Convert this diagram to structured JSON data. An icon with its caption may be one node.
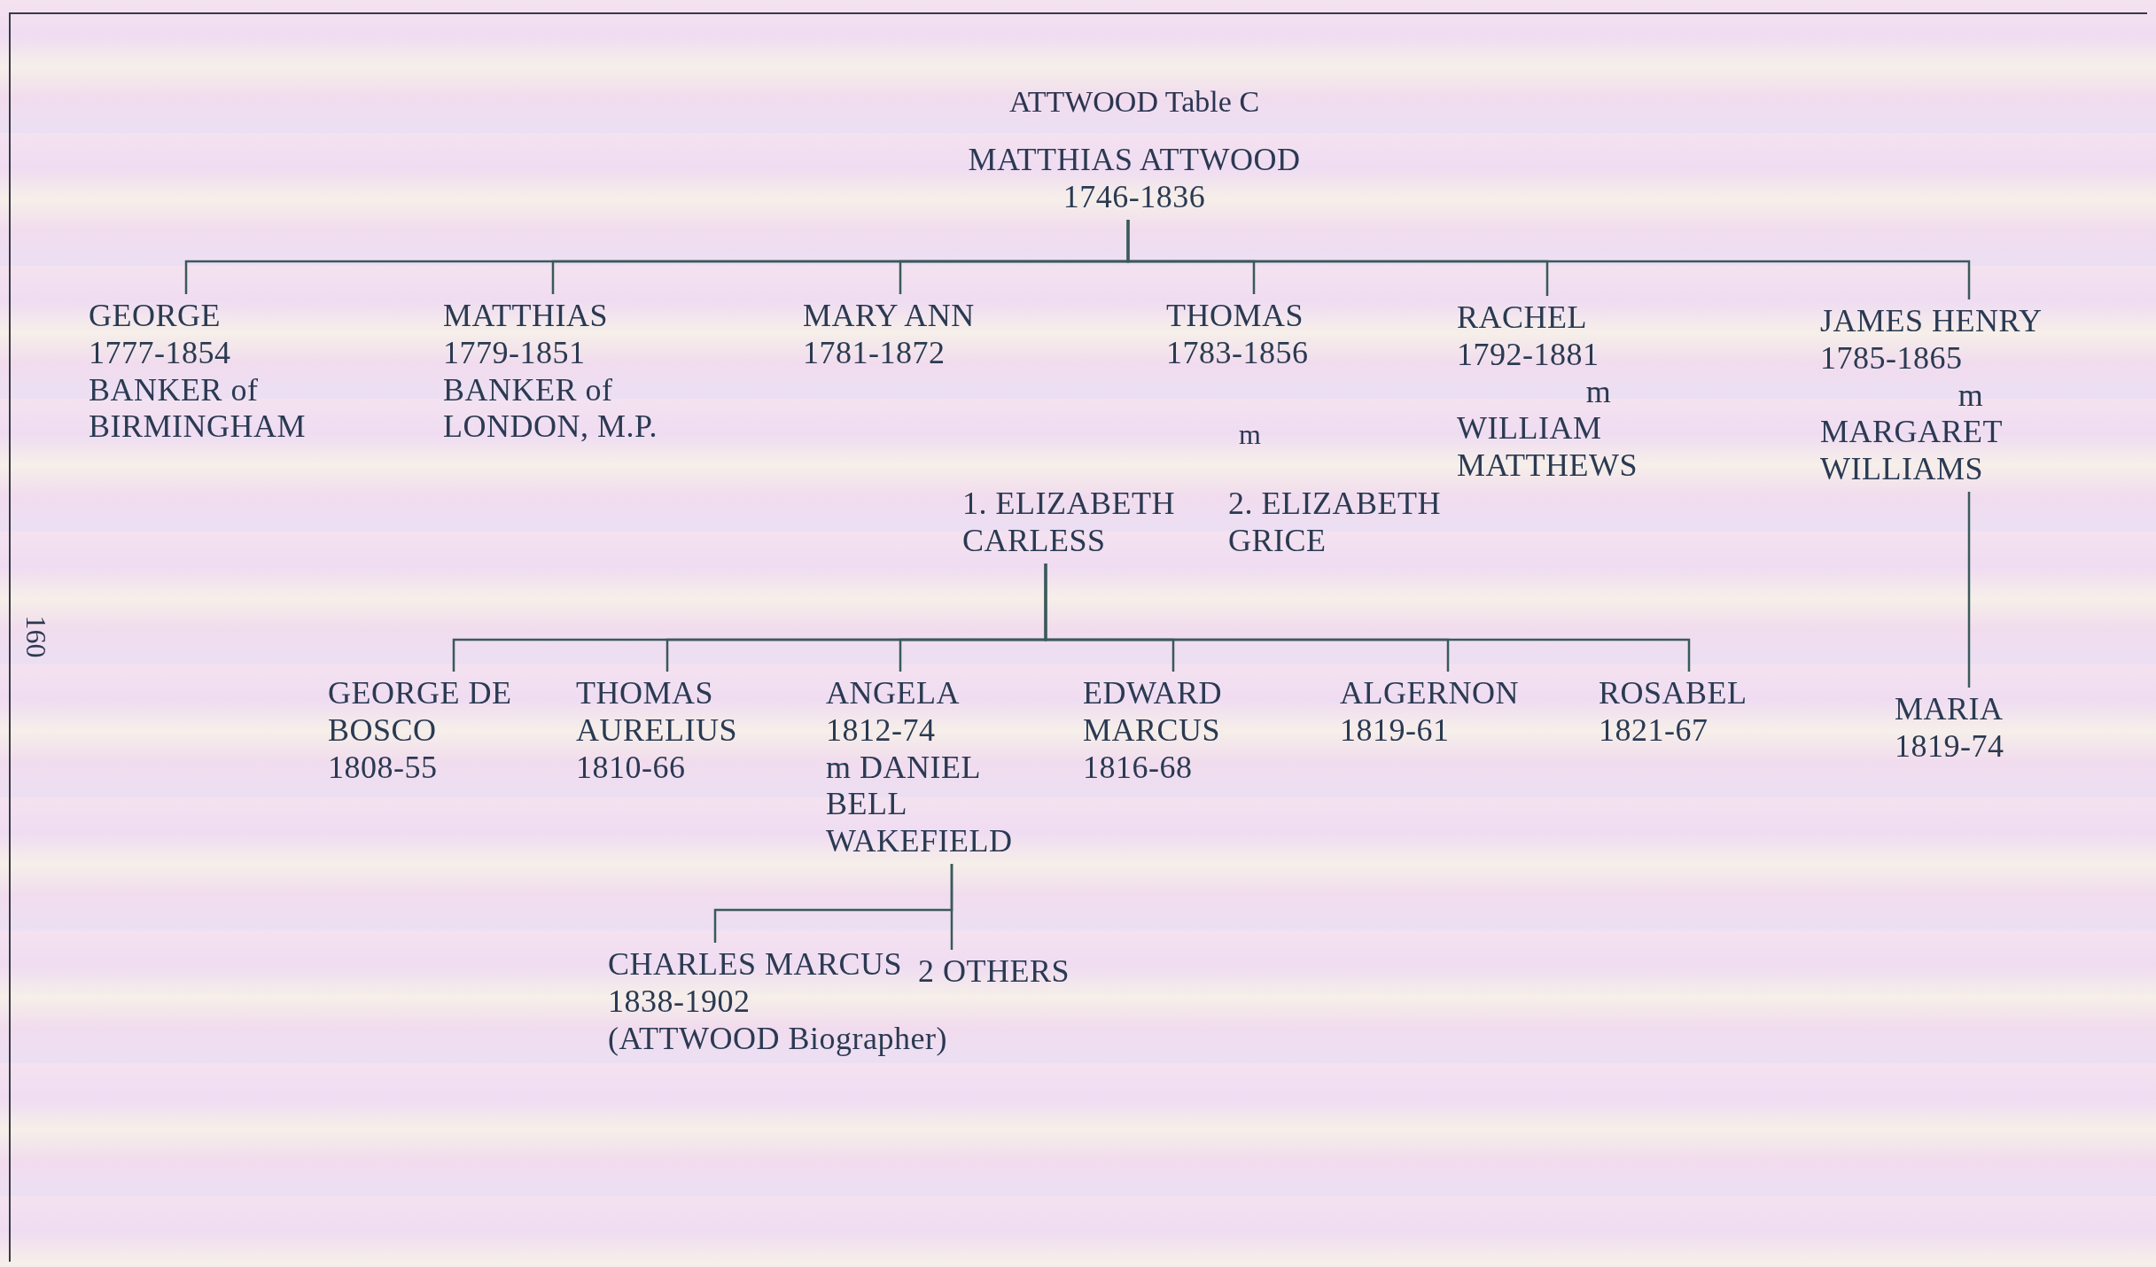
{
  "diagram": {
    "title": "ATTWOOD Table C",
    "nodes": [
      {
        "text": [
          "MATTHIAS ATTWOOD",
          "1746-1836"
        ]
      },
      {
        "text": [
          "GEORGE",
          "1777-1854",
          "BANKER of BIRMINGHAM"
        ]
      },
      {
        "text": [
          "MATTHIAS",
          "1779-1851",
          "BANKER of LONDON, M.P."
        ]
      },
      {
        "text": [
          "MARY ANN",
          "1781-1872"
        ]
      },
      {
        "text": [
          "THOMAS",
          "1783-1856"
        ]
      },
      {
        "text": [
          "RACHEL",
          "1792-1881",
          "m",
          "WILLIAM MATTHEWS"
        ]
      },
      {
        "text": [
          "JAMES HENRY",
          "1785-1865",
          "m",
          "MARGARET WILLIAMS"
        ]
      },
      {
        "text": [
          "1. ELIZABETH CARLESS"
        ]
      },
      {
        "text": [
          "2. ELIZABETH GRICE"
        ]
      },
      {
        "text": [
          "GEORGE DE BOSCO",
          "1808-55"
        ]
      },
      {
        "text": [
          "THOMAS AURELIUS",
          "1810-66"
        ]
      },
      {
        "text": [
          "ANGELA",
          "1812-74",
          "m DANIEL BELL WAKEFIELD"
        ]
      },
      {
        "text": [
          "EDWARD MARCUS",
          "1816-68"
        ]
      },
      {
        "text": [
          "ALGERNON",
          "1819-61"
        ]
      },
      {
        "text": [
          "ROSABEL",
          "1821-67"
        ]
      },
      {
        "text": [
          "MARIA",
          "1819-74"
        ]
      },
      {
        "text": [
          "CHARLES MARCUS",
          "1838-1902",
          "(ATTWOOD Biographer)"
        ]
      },
      {
        "text": [
          "2 OTHERS"
        ]
      }
    ],
    "edges": [
      {
        "from": 0,
        "to": 1,
        "arrow": "none"
      },
      {
        "from": 0,
        "to": 2,
        "arrow": "none"
      },
      {
        "from": 0,
        "to": 3,
        "arrow": "none"
      },
      {
        "from": 0,
        "to": 4,
        "arrow": "none"
      },
      {
        "from": 0,
        "to": 5,
        "arrow": "none"
      },
      {
        "from": 0,
        "to": 6,
        "arrow": "none"
      },
      {
        "from": 7,
        "to": 9,
        "arrow": "none"
      },
      {
        "from": 7,
        "to": 10,
        "arrow": "none"
      },
      {
        "from": 7,
        "to": 11,
        "arrow": "none"
      },
      {
        "from": 7,
        "to": 12,
        "arrow": "none"
      },
      {
        "from": 7,
        "to": 13,
        "arrow": "none"
      },
      {
        "from": 7,
        "to": 14,
        "arrow": "none"
      },
      {
        "from": 6,
        "to": 15,
        "arrow": "none"
      },
      {
        "from": 11,
        "to": 16,
        "arrow": "none"
      },
      {
        "from": 11,
        "to": 17,
        "arrow": "none"
      }
    ],
    "labels": [
      "m",
      "160"
    ]
  }
}
